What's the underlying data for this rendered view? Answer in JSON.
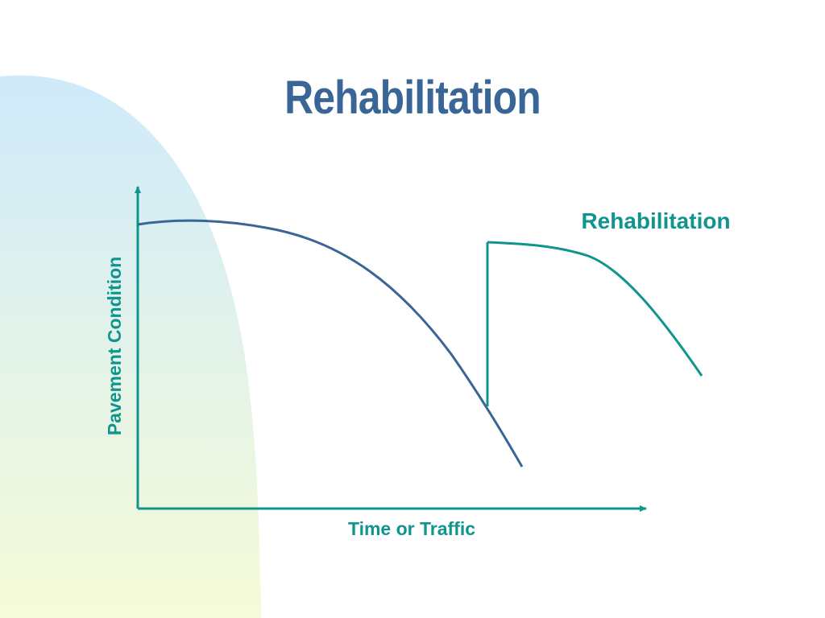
{
  "slide": {
    "title": "Rehabilitation",
    "background_gradient": [
      "#cfeafb",
      "#f6fbd8"
    ]
  },
  "diagram": {
    "y_axis_label": "Pavement Condition",
    "x_axis_label": "Time or Traffic",
    "curve_label": "Rehabilitation",
    "colors": {
      "axis": "#0f958d",
      "original_curve": "#3a6597",
      "rehabilitated_curve": "#0f958d",
      "title": "#3a6597"
    }
  }
}
